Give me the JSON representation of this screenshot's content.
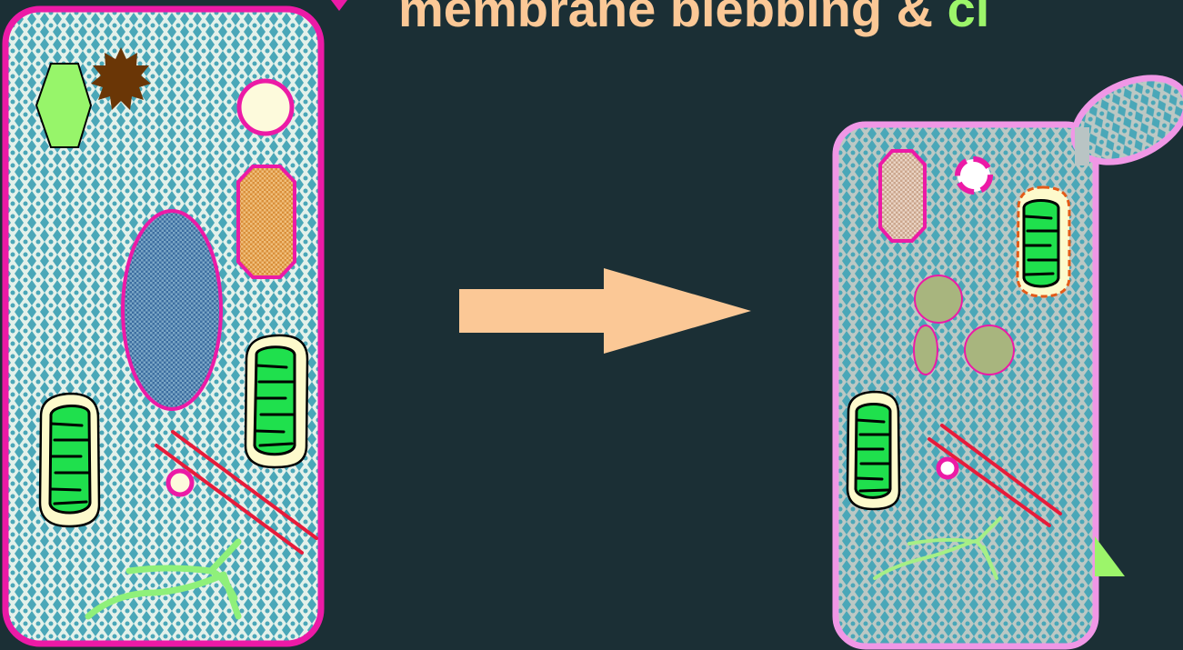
{
  "slide": {
    "title_main": "membrane blebbing & ",
    "title_accent": "cl",
    "bullet_icon": "heart-bullet-icon",
    "background": "#1b2f35",
    "title_color": "#fbc896",
    "accent_color": "#9cf56a"
  },
  "diagram": {
    "normal_cell": {
      "membrane_color": "#ec1aa6",
      "organelles": [
        "smooth-er-hexagon",
        "centrosome-star",
        "vesicle-circle",
        "lysosome-octagon",
        "nucleus-ellipse",
        "mitochondrion",
        "mitochondrion",
        "microtubules",
        "small-vesicle",
        "cytoskeleton-fiber"
      ]
    },
    "arrow": {
      "color": "#fbc896",
      "direction": "right"
    },
    "apoptotic_cell": {
      "membrane_color": "#f097e6",
      "organelles": [
        "lysosome-octagon",
        "damaged-vesicle",
        "swollen-mitochondrion",
        "nuclear-fragment",
        "nuclear-fragment",
        "nuclear-fragment",
        "mitochondrion",
        "small-vesicle",
        "microtubules",
        "cytoskeleton-fiber",
        "membrane-bleb"
      ]
    }
  }
}
